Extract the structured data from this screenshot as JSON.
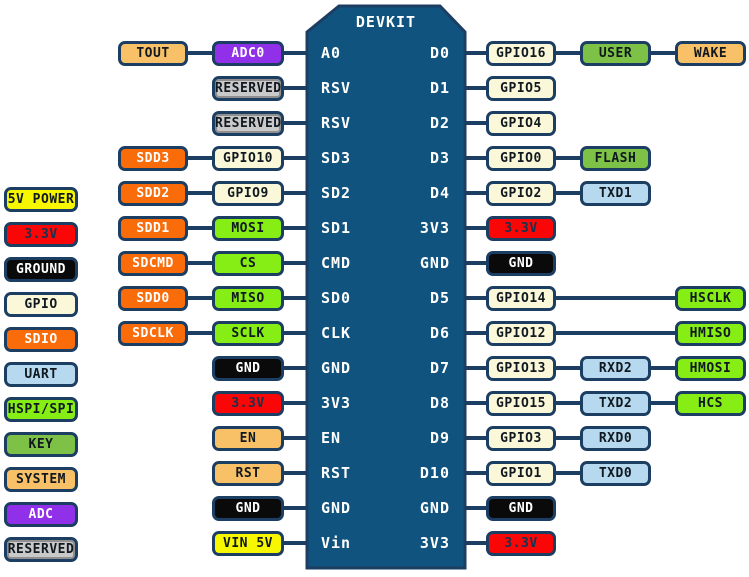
{
  "board": {
    "title": "DEVKIT",
    "left_rows": [
      {
        "pin": "A0",
        "chain": [
          {
            "label": "TOUT",
            "type": "system",
            "col": "A"
          },
          {
            "label": "ADC0",
            "type": "adc",
            "col": "B"
          }
        ]
      },
      {
        "pin": "RSV",
        "chain": [
          {
            "label": "RESERVED",
            "type": "reserved",
            "col": "B"
          }
        ]
      },
      {
        "pin": "RSV",
        "chain": [
          {
            "label": "RESERVED",
            "type": "reserved",
            "col": "B"
          }
        ]
      },
      {
        "pin": "SD3",
        "chain": [
          {
            "label": "SDD3",
            "type": "sdio",
            "col": "A"
          },
          {
            "label": "GPIO10",
            "type": "gpio",
            "col": "B"
          }
        ]
      },
      {
        "pin": "SD2",
        "chain": [
          {
            "label": "SDD2",
            "type": "sdio",
            "col": "A"
          },
          {
            "label": "GPIO9",
            "type": "gpio",
            "col": "B"
          }
        ]
      },
      {
        "pin": "SD1",
        "chain": [
          {
            "label": "SDD1",
            "type": "sdio",
            "col": "A"
          },
          {
            "label": "MOSI",
            "type": "hspi",
            "col": "B"
          }
        ]
      },
      {
        "pin": "CMD",
        "chain": [
          {
            "label": "SDCMD",
            "type": "sdio",
            "col": "A"
          },
          {
            "label": "CS",
            "type": "hspi",
            "col": "B"
          }
        ]
      },
      {
        "pin": "SD0",
        "chain": [
          {
            "label": "SDD0",
            "type": "sdio",
            "col": "A"
          },
          {
            "label": "MISO",
            "type": "hspi",
            "col": "B"
          }
        ]
      },
      {
        "pin": "CLK",
        "chain": [
          {
            "label": "SDCLK",
            "type": "sdio",
            "col": "A"
          },
          {
            "label": "SCLK",
            "type": "hspi",
            "col": "B"
          }
        ]
      },
      {
        "pin": "GND",
        "chain": [
          {
            "label": "GND",
            "type": "ground",
            "col": "B"
          }
        ]
      },
      {
        "pin": "3V3",
        "chain": [
          {
            "label": "3.3V",
            "type": "power33",
            "col": "B"
          }
        ]
      },
      {
        "pin": "EN",
        "chain": [
          {
            "label": "EN",
            "type": "system",
            "col": "B"
          }
        ]
      },
      {
        "pin": "RST",
        "chain": [
          {
            "label": "RST",
            "type": "system",
            "col": "B"
          }
        ]
      },
      {
        "pin": "GND",
        "chain": [
          {
            "label": "GND",
            "type": "ground",
            "col": "B"
          }
        ]
      },
      {
        "pin": "Vin",
        "chain": [
          {
            "label": "VIN 5V",
            "type": "power5v",
            "col": "B"
          }
        ]
      }
    ],
    "right_rows": [
      {
        "pin": "D0",
        "chain": [
          {
            "label": "GPIO16",
            "type": "gpio",
            "col": "C"
          },
          {
            "label": "USER",
            "type": "key",
            "col": "D"
          },
          {
            "label": "WAKE",
            "type": "system",
            "col": "E"
          }
        ]
      },
      {
        "pin": "D1",
        "chain": [
          {
            "label": "GPIO5",
            "type": "gpio",
            "col": "C"
          }
        ]
      },
      {
        "pin": "D2",
        "chain": [
          {
            "label": "GPIO4",
            "type": "gpio",
            "col": "C"
          }
        ]
      },
      {
        "pin": "D3",
        "chain": [
          {
            "label": "GPIO0",
            "type": "gpio",
            "col": "C"
          },
          {
            "label": "FLASH",
            "type": "key",
            "col": "D"
          }
        ]
      },
      {
        "pin": "D4",
        "chain": [
          {
            "label": "GPIO2",
            "type": "gpio",
            "col": "C"
          },
          {
            "label": "TXD1",
            "type": "uart",
            "col": "D"
          }
        ]
      },
      {
        "pin": "3V3",
        "chain": [
          {
            "label": "3.3V",
            "type": "power33",
            "col": "C"
          }
        ]
      },
      {
        "pin": "GND",
        "chain": [
          {
            "label": "GND",
            "type": "ground",
            "col": "C"
          }
        ]
      },
      {
        "pin": "D5",
        "chain": [
          {
            "label": "GPIO14",
            "type": "gpio",
            "col": "C"
          },
          {
            "label": "HSCLK",
            "type": "hspi",
            "col": "E"
          }
        ]
      },
      {
        "pin": "D6",
        "chain": [
          {
            "label": "GPIO12",
            "type": "gpio",
            "col": "C"
          },
          {
            "label": "HMISO",
            "type": "hspi",
            "col": "E"
          }
        ]
      },
      {
        "pin": "D7",
        "chain": [
          {
            "label": "GPIO13",
            "type": "gpio",
            "col": "C"
          },
          {
            "label": "RXD2",
            "type": "uart",
            "col": "D"
          },
          {
            "label": "HMOSI",
            "type": "hspi",
            "col": "E"
          }
        ]
      },
      {
        "pin": "D8",
        "chain": [
          {
            "label": "GPIO15",
            "type": "gpio",
            "col": "C"
          },
          {
            "label": "TXD2",
            "type": "uart",
            "col": "D"
          },
          {
            "label": "HCS",
            "type": "hspi",
            "col": "E"
          }
        ]
      },
      {
        "pin": "D9",
        "chain": [
          {
            "label": "GPIO3",
            "type": "gpio",
            "col": "C"
          },
          {
            "label": "RXD0",
            "type": "uart",
            "col": "D"
          }
        ]
      },
      {
        "pin": "D10",
        "chain": [
          {
            "label": "GPIO1",
            "type": "gpio",
            "col": "C"
          },
          {
            "label": "TXD0",
            "type": "uart",
            "col": "D"
          }
        ]
      },
      {
        "pin": "GND",
        "chain": [
          {
            "label": "GND",
            "type": "ground",
            "col": "C"
          }
        ]
      },
      {
        "pin": "3V3",
        "chain": [
          {
            "label": "3.3V",
            "type": "power33",
            "col": "C"
          }
        ]
      }
    ]
  },
  "legend": [
    {
      "label": "5V POWER",
      "type": "power5v"
    },
    {
      "label": "3.3V",
      "type": "power33"
    },
    {
      "label": "GROUND",
      "type": "ground"
    },
    {
      "label": "GPIO",
      "type": "gpio"
    },
    {
      "label": "SDIO",
      "type": "sdio"
    },
    {
      "label": "UART",
      "type": "uart"
    },
    {
      "label": "HSPI/SPI",
      "type": "hspi"
    },
    {
      "label": "KEY",
      "type": "key"
    },
    {
      "label": "SYSTEM",
      "type": "system"
    },
    {
      "label": "ADC",
      "type": "adc"
    },
    {
      "label": "RESERVED",
      "type": "reserved"
    }
  ],
  "colors": {
    "board_fill": "#0F537E",
    "line_navy": "#1C3E63",
    "types": {
      "power5v": {
        "bg": "#F7F700",
        "fg": "#101820"
      },
      "power33": {
        "bg": "#FB0606",
        "fg": "#16324F"
      },
      "ground": {
        "bg": "#0A0A0A",
        "fg": "#FFFFFF"
      },
      "gpio": {
        "bg": "#FAF8D8",
        "fg": "#101820"
      },
      "sdio": {
        "bg": "#FA6B0A",
        "fg": "#FFFFFF"
      },
      "uart": {
        "bg": "#B7D9EF",
        "fg": "#101820"
      },
      "hspi": {
        "bg": "#86EE15",
        "fg": "#101820"
      },
      "key": {
        "bg": "#7DC246",
        "fg": "#101820"
      },
      "system": {
        "bg": "#F8C167",
        "fg": "#101820"
      },
      "adc": {
        "bg": "#9130E9",
        "fg": "#FFFFFF"
      },
      "reserved": {
        "bg": "#C9C9C9",
        "fg": "#101820"
      }
    }
  }
}
